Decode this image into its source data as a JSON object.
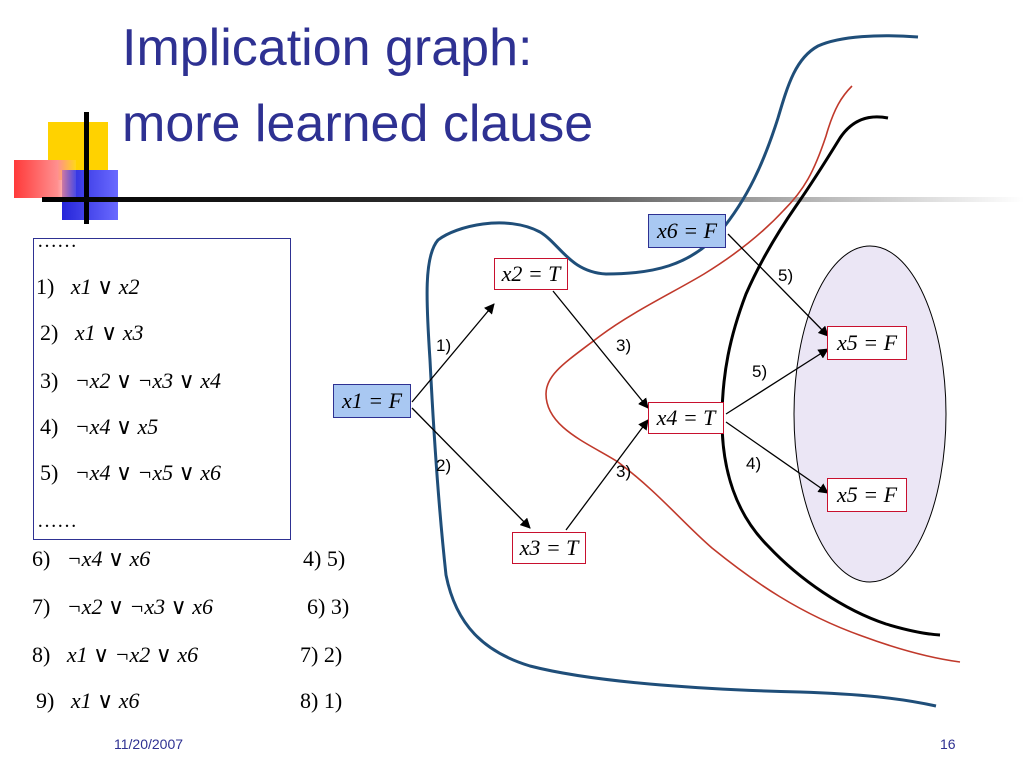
{
  "title": {
    "line1": "Implication graph:",
    "line2": "more learned clause"
  },
  "clause_box": {
    "ellipsis_top": "……",
    "ellipsis_bottom": "……",
    "clauses": [
      {
        "num": "1)",
        "expr": "x1 ∨ x2"
      },
      {
        "num": "2)",
        "expr": "x1 ∨ x3"
      },
      {
        "num": "3)",
        "expr": "¬x2 ∨ ¬x3 ∨ x4"
      },
      {
        "num": "4)",
        "expr": "¬x4 ∨ x5"
      },
      {
        "num": "5)",
        "expr": "¬x4 ∨ ¬x5 ∨ x6"
      }
    ]
  },
  "learned": [
    {
      "num": "6)",
      "expr": "¬x4 ∨ x6",
      "from": "4)  5)"
    },
    {
      "num": "7)",
      "expr": "¬x2 ∨ ¬x3 ∨ x6",
      "from": "6)  3)"
    },
    {
      "num": "8)",
      "expr": "x1 ∨ ¬x2 ∨ x6",
      "from": "7)  2)"
    },
    {
      "num": "9)",
      "expr": "x1 ∨ x6",
      "from": "8)  1)"
    }
  ],
  "nodes": {
    "x1": "x1 = F",
    "x2": "x2 = T",
    "x3": "x3 = T",
    "x4": "x4 = T",
    "x5a": "x5 = F",
    "x5b": "x5 = F",
    "x6": "x6 = F"
  },
  "edge_labels": {
    "x1_x2": "1)",
    "x1_x3": "2)",
    "x2_x4": "3)",
    "x3_x4": "3)",
    "x6_x5": "5)",
    "x4_x5a": "5)",
    "x4_x5b": "4)"
  },
  "colors": {
    "title": "#2e3192",
    "node_blue_fill": "#a9c8f2",
    "node_red_border": "#c8102e",
    "cut_blue": "#1f4e79",
    "cut_red": "#c0392b",
    "cut_black": "#000000",
    "conflict_fill": "#ebe6f5"
  },
  "footer": {
    "date": "11/20/2007",
    "page": "16"
  }
}
